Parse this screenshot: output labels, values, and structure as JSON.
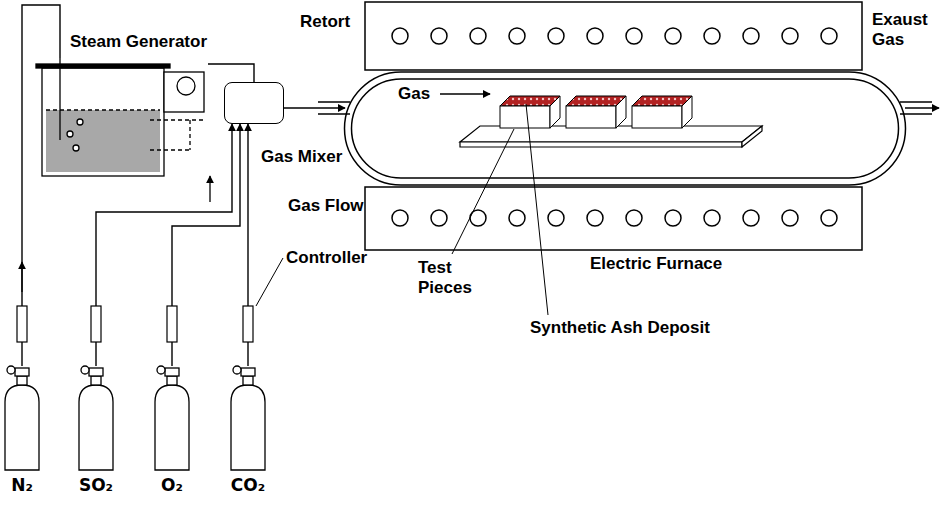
{
  "diagram": {
    "nodes": [
      {
        "text": [
          "Steam Generator"
        ]
      },
      {
        "text": [
          "Gas Mixer"
        ]
      },
      {
        "text": [
          "Retort"
        ]
      },
      {
        "text": [
          "N₂"
        ]
      },
      {
        "text": [
          "SO₂"
        ]
      },
      {
        "text": [
          "O₂"
        ]
      },
      {
        "text": [
          "CO₂"
        ]
      }
    ],
    "edges": [
      {
        "from": 3,
        "to": 0,
        "arrow": "none"
      },
      {
        "from": 0,
        "to": 1,
        "arrow": "none"
      },
      {
        "from": 4,
        "to": 1,
        "arrow": "to"
      },
      {
        "from": 5,
        "to": 1,
        "arrow": "to"
      },
      {
        "from": 6,
        "to": 1,
        "arrow": "to"
      },
      {
        "from": 1,
        "to": 2,
        "arrow": "to"
      }
    ],
    "labels": [
      "Gas",
      "Exaust Gas",
      "Gas Flow",
      "Controller",
      "Test Pieces",
      "Synthetic Ash Deposit",
      "Electric Furnace"
    ]
  }
}
